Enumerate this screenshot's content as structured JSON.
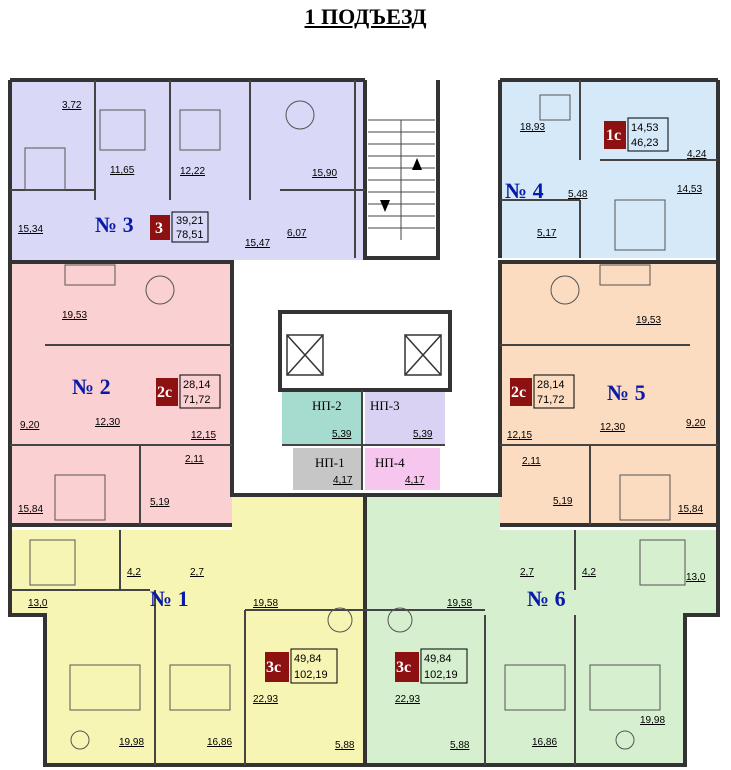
{
  "title": "1 ПОДЪЕЗД",
  "colors": {
    "apt1": "#f7f5b4",
    "apt2": "#fbd0d2",
    "apt3": "#d9d9f7",
    "apt4": "#d6e9f8",
    "apt5": "#fbdcc0",
    "apt6": "#d5efcf",
    "np1": "#c6c6c6",
    "np2": "#a6dcd0",
    "np3": "#d9d2f2",
    "np4": "#f6c6ef",
    "badge": "#8e1112",
    "label": "#0a1aa8"
  },
  "apartments": [
    {
      "id": "apt1",
      "number": "№ 1"
    },
    {
      "id": "apt2",
      "number": "№ 2",
      "badge": "2с",
      "area_living": "28,14",
      "area_total": "71,72"
    },
    {
      "id": "apt3",
      "number": "№ 3",
      "badge": "3",
      "area_living": "39,21",
      "area_total": "78,51"
    },
    {
      "id": "apt4",
      "number": "№ 4",
      "badge": "1с",
      "area_living": "14,53",
      "area_total": "46,23"
    },
    {
      "id": "apt5",
      "number": "№ 5",
      "badge": "2с",
      "area_living": "28,14",
      "area_total": "71,72"
    },
    {
      "id": "apt6",
      "number": "№ 6"
    },
    {
      "id": "apt1b",
      "badge": "3с",
      "area_living": "49,84",
      "area_total": "102,19"
    },
    {
      "id": "apt6b",
      "badge": "3с",
      "area_living": "49,84",
      "area_total": "102,19"
    }
  ],
  "np": [
    {
      "label": "НП-1",
      "area": "4,17"
    },
    {
      "label": "НП-2",
      "area": "5,39"
    },
    {
      "label": "НП-3",
      "area": "5,39"
    },
    {
      "label": "НП-4",
      "area": "4,17"
    }
  ],
  "rooms": {
    "a3_1": "3,72",
    "a3_2": "11,65",
    "a3_3": "12,22",
    "a3_4": "15,90",
    "a3_5": "15,34",
    "a3_6": "15,47",
    "a3_7": "6,07",
    "a4_1": "18,93",
    "a4_2": "4,24",
    "a4_3": "14,53",
    "a4_4": "5,48",
    "a4_5": "5,17",
    "a2_1": "19,53",
    "a2_2": "9,20",
    "a2_3": "12,30",
    "a2_4": "12,15",
    "a2_5": "2,11",
    "a2_6": "15,84",
    "a2_7": "5,19",
    "a5_1": "19,53",
    "a5_2": "12,30",
    "a5_3": "9,20",
    "a5_4": "12,15",
    "a5_5": "2,11",
    "a5_6": "5,19",
    "a5_7": "15,84",
    "a1_1": "4,2",
    "a1_2": "2,7",
    "a1_3": "13,0",
    "a1_4": "19,58",
    "a1_5": "22,93",
    "a1_6": "19,98",
    "a1_7": "16,86",
    "a1_8": "5,88",
    "a6_1": "2,7",
    "a6_2": "4,2",
    "a6_3": "13,0",
    "a6_4": "19,58",
    "a6_5": "22,93",
    "a6_6": "5,88",
    "a6_7": "16,86",
    "a6_8": "19,98"
  }
}
